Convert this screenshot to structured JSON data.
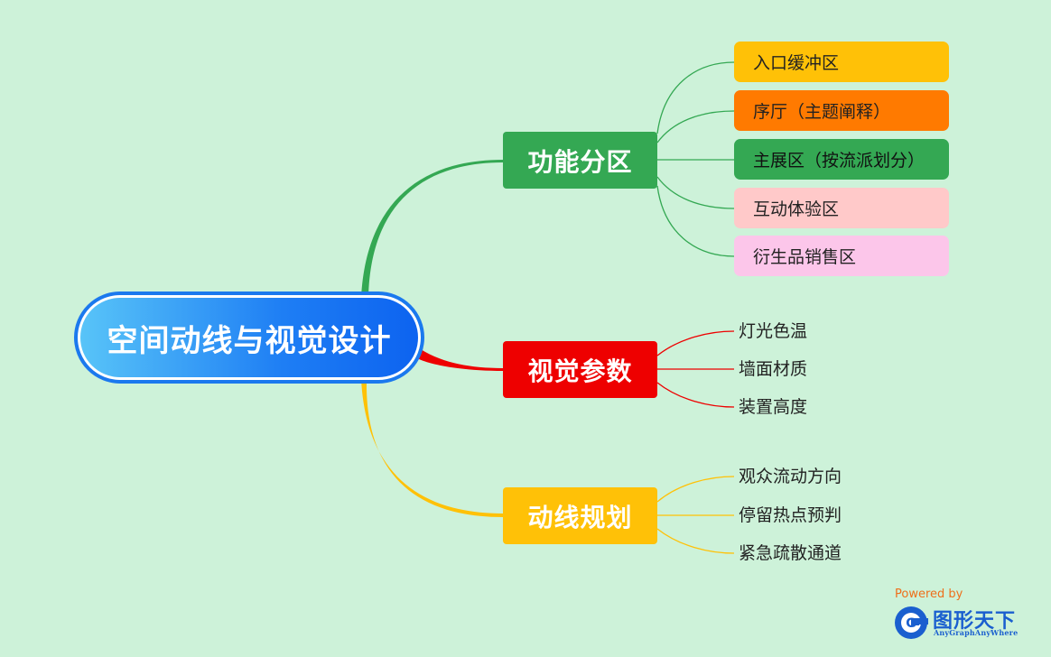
{
  "root": {
    "label": "空间动线与视觉设计",
    "color_start": "#58C4F8",
    "color_end": "#0D63F0",
    "border_color": "#1B79EE"
  },
  "branches": [
    {
      "label": "功能分区",
      "color": "#34A853",
      "children": [
        {
          "label": "入口缓冲区",
          "bg": "#FFC107",
          "text_color": "#222222"
        },
        {
          "label": "序厅（主题阐释）",
          "bg": "#FF7A00",
          "text_color": "#222222"
        },
        {
          "label": "主展区（按流派划分）",
          "bg": "#34A853",
          "text_color": "#111111"
        },
        {
          "label": "互动体验区",
          "bg": "#FFC9C9",
          "text_color": "#222222"
        },
        {
          "label": "衍生品销售区",
          "bg": "#FCC6EA",
          "text_color": "#222222"
        }
      ]
    },
    {
      "label": "视觉参数",
      "color": "#EE0000",
      "children": [
        {
          "label": "灯光色温"
        },
        {
          "label": "墙面材质"
        },
        {
          "label": "装置高度"
        }
      ]
    },
    {
      "label": "动线规划",
      "color": "#FFC107",
      "children": [
        {
          "label": "观众流动方向"
        },
        {
          "label": "停留热点预判"
        },
        {
          "label": "紧急疏散通道"
        }
      ]
    }
  ],
  "brand": {
    "powered_by": "Powered by",
    "name": "图形天下",
    "subtitle": "AnyGraphAnyWhere",
    "logo_letter": "G"
  },
  "colors": {
    "background": "#CDF2D9",
    "brand_blue": "#1A5FCF",
    "brand_orange": "#EE6F1A"
  }
}
